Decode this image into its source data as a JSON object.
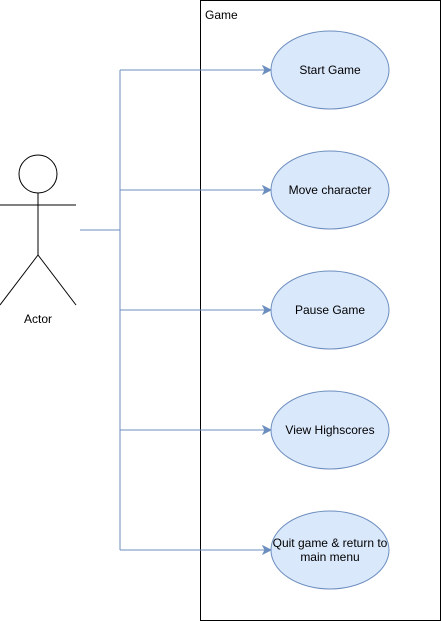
{
  "system": {
    "title": "Game"
  },
  "actor": {
    "label": "Actor"
  },
  "use_cases": [
    {
      "label": "Start Game"
    },
    {
      "label": "Move character"
    },
    {
      "label": "Pause Game"
    },
    {
      "label": "View Highscores"
    },
    {
      "label": "Quit game & return to\nmain menu"
    }
  ],
  "colors": {
    "use_case_fill": "#dae8fc",
    "use_case_stroke": "#6c8ebf",
    "connector": "#6c8ebf",
    "boundary": "#000000"
  }
}
